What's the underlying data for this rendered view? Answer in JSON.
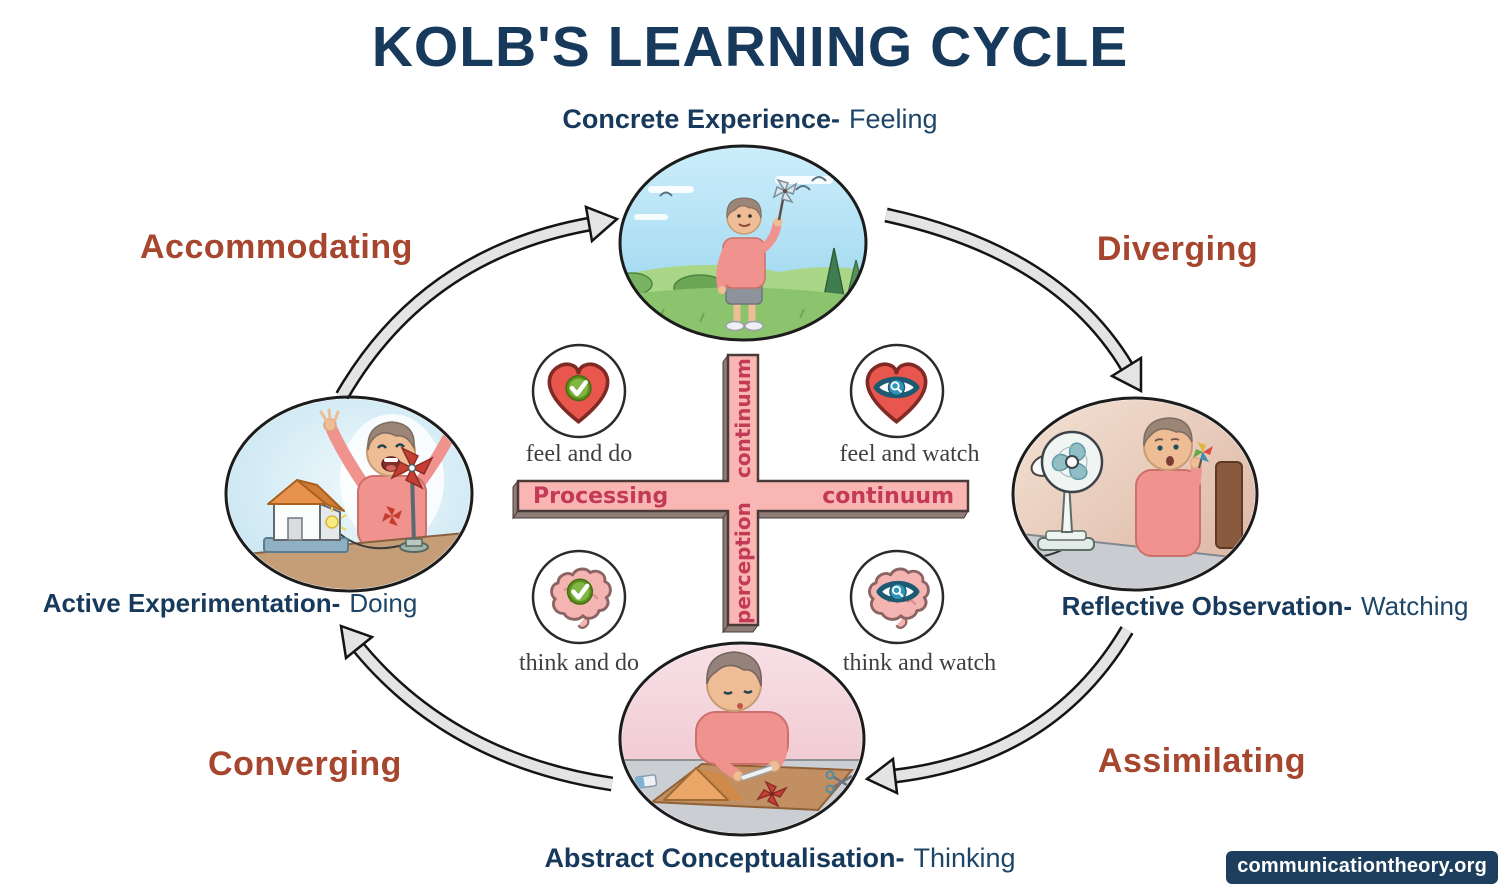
{
  "header": {
    "title": "KOLB'S LEARNING CYCLE"
  },
  "stages": {
    "concrete_experience": {
      "bold": "Concrete Experience-",
      "light": "Feeling"
    },
    "reflective_observation": {
      "bold": "Reflective Observation-",
      "light": "Watching"
    },
    "abstract_conceptualisation": {
      "bold": "Abstract Conceptualisation-",
      "light": "Thinking"
    },
    "active_experimentation": {
      "bold": "Active Experimentation-",
      "light": "Doing"
    }
  },
  "learning_styles": {
    "top_left": "Accommodating",
    "top_right": "Diverging",
    "bottom_left": "Converging",
    "bottom_right": "Assimilating"
  },
  "axes": {
    "processing": {
      "left_word": "Processing",
      "right_word": "continuum"
    },
    "perception": {
      "top_word": "continuum",
      "bottom_word": "perception"
    }
  },
  "quadrants": [
    {
      "icon": "heart-check-icon",
      "label": "feel and do"
    },
    {
      "icon": "heart-eye-icon",
      "label": "feel and watch"
    },
    {
      "icon": "brain-check-icon",
      "label": "think and do"
    },
    {
      "icon": "brain-eye-icon",
      "label": "think and watch"
    }
  ],
  "watermark": {
    "text": "communicationtheory.org"
  },
  "colors": {
    "navy": "#17395b",
    "style_red": "#a7462f",
    "cross_fill": "#f9b6b3",
    "cross_text": "#c23a56",
    "heart_red": "#e8564d",
    "brain_pink": "#f4b5b2",
    "check_green": "#7fb742",
    "eye_teal": "#1d5a72",
    "arrow_gray": "#e4e4e4"
  }
}
